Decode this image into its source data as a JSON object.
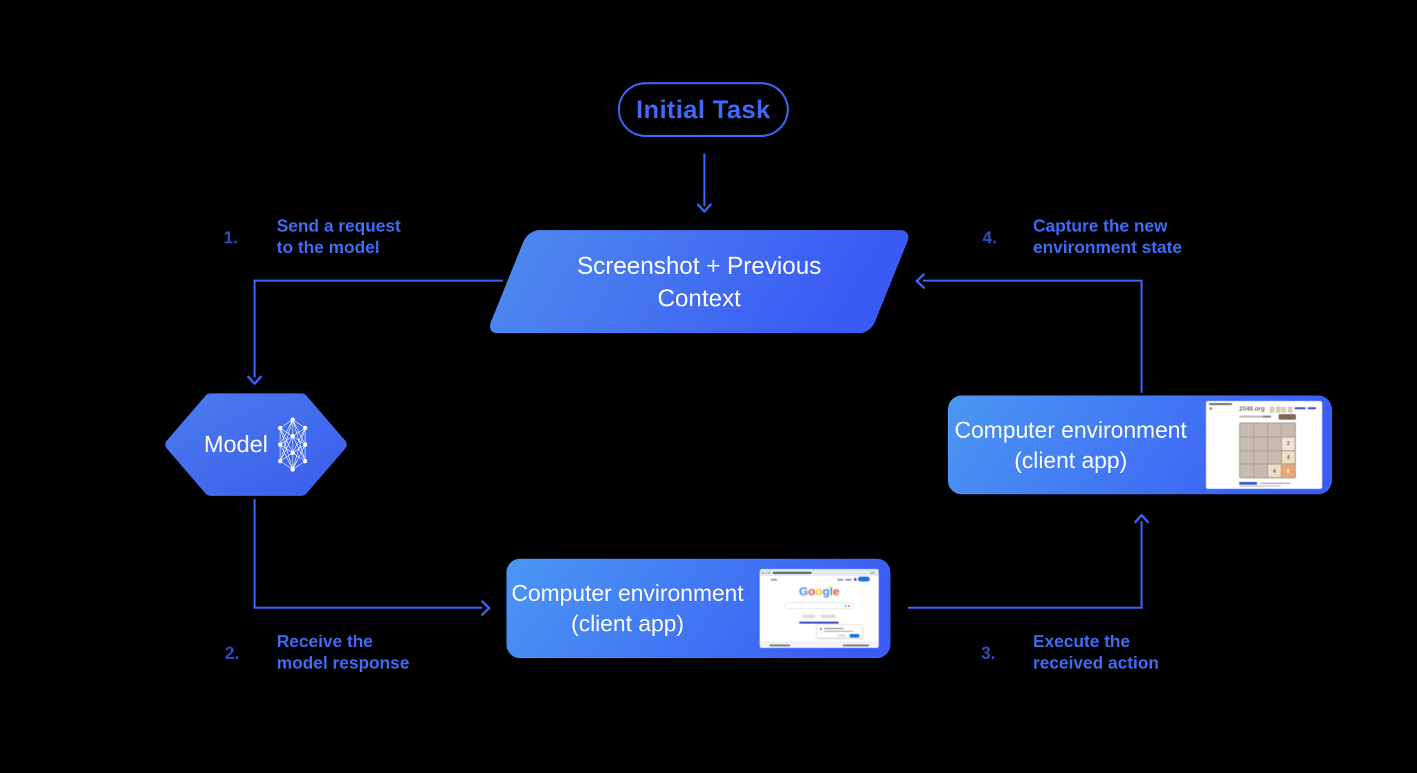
{
  "colors": {
    "background": "#000000",
    "connector_blue": "#3761f3",
    "label_blue": "#3e6af2",
    "number_blue": "#2b4cc4",
    "shape_gradient_light": "#4b97f3",
    "shape_gradient_dark": "#3a5cf4",
    "shape_text": "#ffffff",
    "pill_outline": "#3b63f3",
    "tile_orange": "#f0a569",
    "google_blue": "#1a73e8",
    "google_brand_letter_colors": [
      "#4285F4",
      "#EA4335",
      "#FBBC05",
      "#4285F4",
      "#34A853",
      "#EA4335"
    ]
  },
  "initial_task": {
    "label": "Initial Task"
  },
  "screenshot_context": {
    "line1": "Screenshot + Previous",
    "line2": "Context"
  },
  "model": {
    "label": "Model"
  },
  "env_client_bottom": {
    "line1": "Computer environment",
    "line2": "(client app)"
  },
  "env_client_right": {
    "line1": "Computer environment",
    "line2": "(client app)"
  },
  "steps": [
    {
      "num": "1.",
      "line1": "Send a request",
      "line2": "to the model"
    },
    {
      "num": "2.",
      "line1": "Receive the",
      "line2": "model response"
    },
    {
      "num": "3.",
      "line1": "Execute the",
      "line2": "received action"
    },
    {
      "num": "4.",
      "line1": "Capture the new",
      "line2": "environment state"
    }
  ],
  "mini_2048": {
    "site_title": "2048.org",
    "tiles": [
      {
        "value": "2"
      },
      {
        "value": "4"
      },
      {
        "value": "4"
      },
      {
        "value": "8"
      }
    ]
  },
  "mini_google": {
    "logo_letters": [
      "G",
      "o",
      "o",
      "g",
      "l",
      "e"
    ]
  }
}
